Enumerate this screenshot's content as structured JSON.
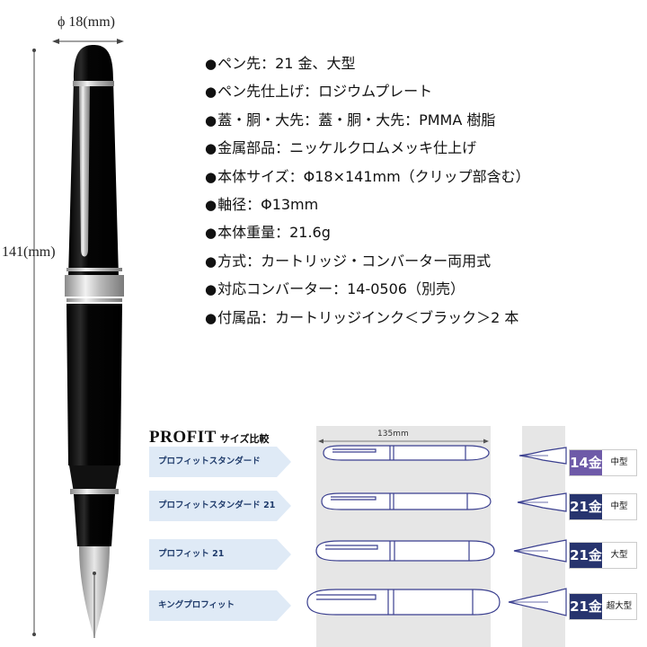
{
  "dimensions": {
    "diameter": "ϕ 18(mm)",
    "length": "141(mm)"
  },
  "specs": [
    {
      "bullet": "●",
      "text": "ペン先：21 金、大型"
    },
    {
      "bullet": "●",
      "text": "ペン先仕上げ：ロジウムプレート"
    },
    {
      "bullet": "●",
      "text": "蓋・胴・大先：蓋・胴・大先：PMMA 樹脂"
    },
    {
      "bullet": "●",
      "text": "金属部品：ニッケルクロムメッキ仕上げ"
    },
    {
      "bullet": "●",
      "text": "本体サイズ：Φ18×141mm（クリップ部含む）"
    },
    {
      "bullet": "●",
      "text": "軸径：Φ13mm"
    },
    {
      "bullet": "●",
      "text": "本体重量：21.6g"
    },
    {
      "bullet": "●",
      "text": "方式：カートリッジ・コンバーター両用式"
    },
    {
      "bullet": "●",
      "text": "対応コンバーター：14-0506（別売）"
    },
    {
      "bullet": "●",
      "text": "付属品：カートリッジインク＜ブラック＞2 本"
    }
  ],
  "comparison": {
    "brand": "PROFIT",
    "subtitle": "サイズ比較",
    "length_label": "135mm",
    "rows": [
      {
        "name": "プロフィットスタンダード",
        "gold": "14金",
        "nib_size": "中型",
        "badge_color": "#6e5aa8"
      },
      {
        "name": "プロフィットスタンダード 21",
        "gold": "21金",
        "nib_size": "中型",
        "badge_color": "#27346e"
      },
      {
        "name": "プロフィット 21",
        "gold": "21金",
        "nib_size": "大型",
        "badge_color": "#27346e"
      },
      {
        "name": "キングプロフィット",
        "gold": "21金",
        "nib_size": "超大型",
        "badge_color": "#27346e"
      }
    ]
  },
  "colors": {
    "pen_body": "#0b0b0b",
    "trim": "#c8c8c8",
    "label_fill": "#dfeaf6",
    "label_text": "#1f3b6b",
    "outline": "#3a3f8f",
    "panel_gray": "#e6e6e6"
  }
}
